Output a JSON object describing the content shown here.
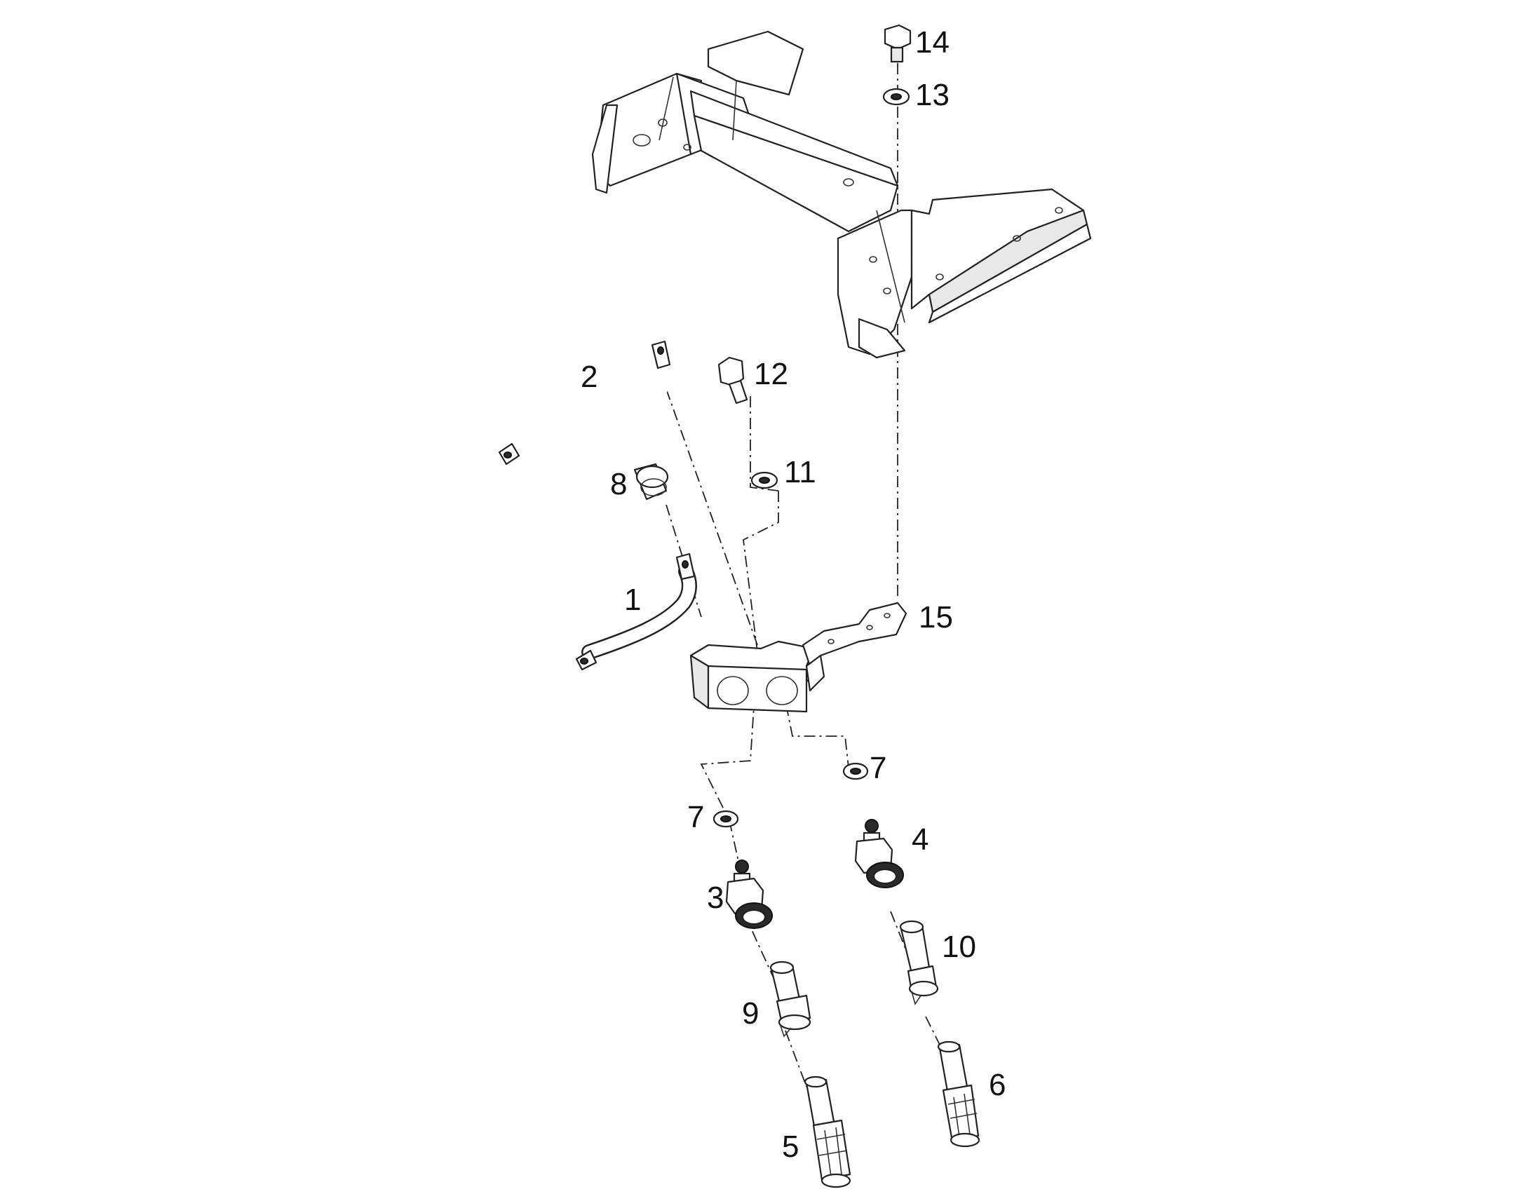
{
  "diagram": {
    "callouts": {
      "c1": "1",
      "c2": "2",
      "c3": "3",
      "c4": "4",
      "c5": "5",
      "c6": "6",
      "c7a": "7",
      "c7b": "7",
      "c8": "8",
      "c9": "9",
      "c10": "10",
      "c11": "11",
      "c12": "12",
      "c13": "13",
      "c14": "14",
      "c15": "15"
    },
    "colors": {
      "line": "#222222",
      "background": "#ffffff",
      "shade": "#e8e8e8",
      "dark": "#2a2a2a"
    }
  }
}
